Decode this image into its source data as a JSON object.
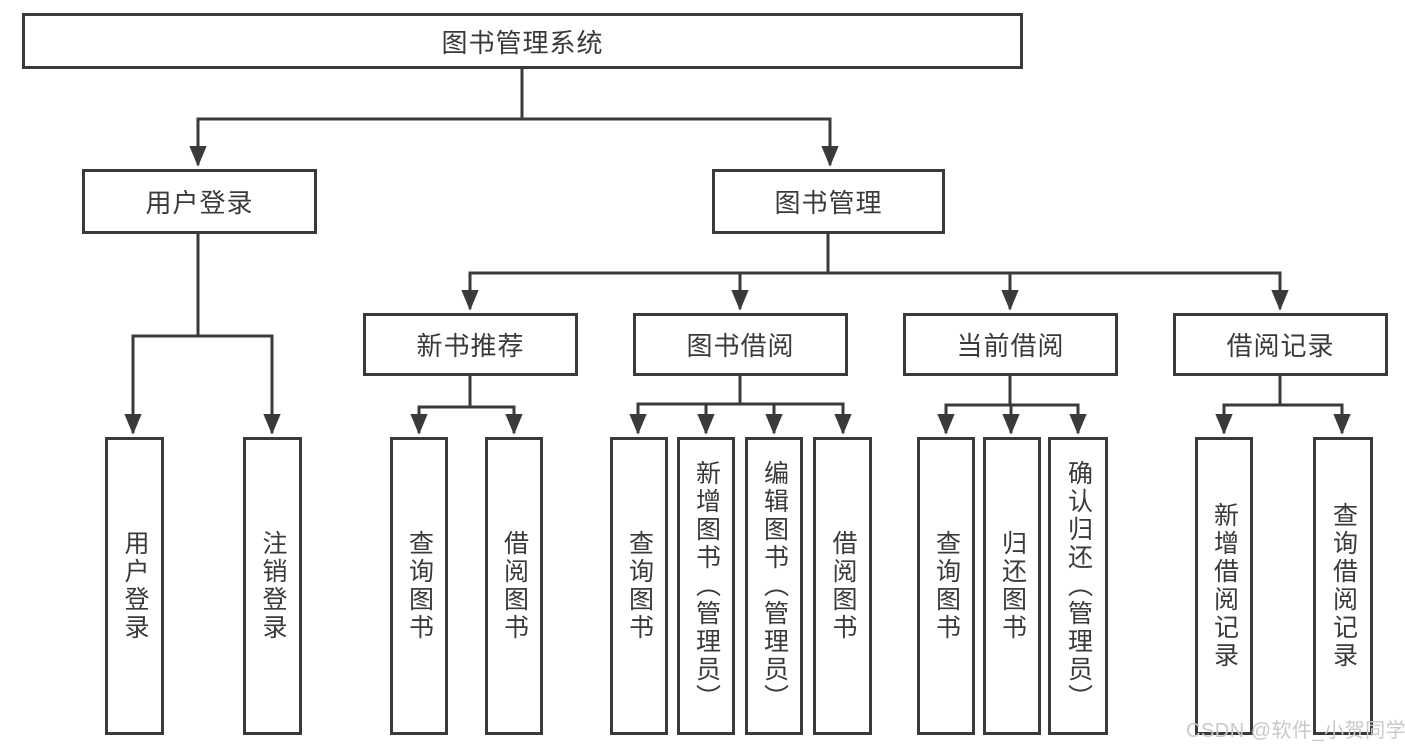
{
  "diagram": {
    "title": "图书管理系统",
    "branches": [
      {
        "label": "用户登录",
        "children": [
          "用户登录",
          "注销登录"
        ]
      },
      {
        "label": "图书管理",
        "sections": [
          {
            "label": "新书推荐",
            "children": [
              "查询图书",
              "借阅图书"
            ]
          },
          {
            "label": "图书借阅",
            "children": [
              "查询图书",
              "新增图书（管理员）",
              "编辑图书（管理员）",
              "借阅图书"
            ]
          },
          {
            "label": "当前借阅",
            "children": [
              "查询图书",
              "归还图书",
              "确认归还（管理员）"
            ]
          },
          {
            "label": "借阅记录",
            "children": [
              "新增借阅记录",
              "查询借阅记录"
            ]
          }
        ]
      }
    ]
  },
  "watermark": "CSDN @软件_小贺同学",
  "colors": {
    "line": "#3a3a3a",
    "text": "#3a3a3c",
    "background": "#ffffff",
    "watermark": "#c9c9c9"
  }
}
